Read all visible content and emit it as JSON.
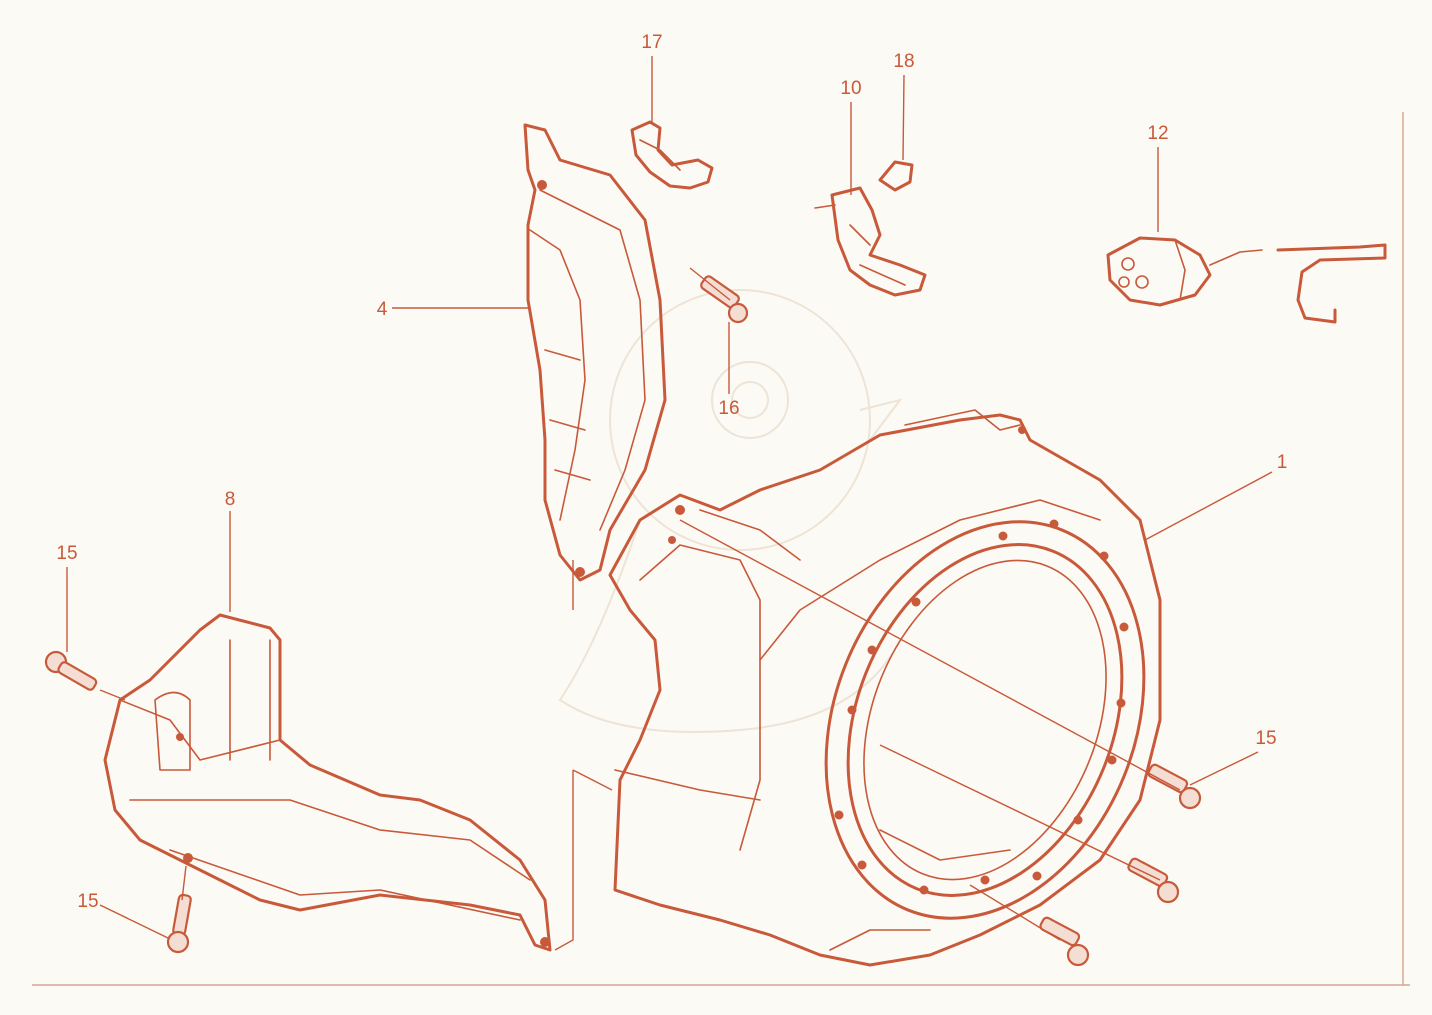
{
  "callouts": {
    "c1": "1",
    "c4": "4",
    "c8": "8",
    "c10": "10",
    "c12": "12",
    "c15a": "15",
    "c15b": "15",
    "c15c": "15",
    "c16": "16",
    "c17": "17",
    "c18": "18"
  },
  "colors": {
    "line": "#c8593a",
    "background": "#fcfaf4"
  }
}
